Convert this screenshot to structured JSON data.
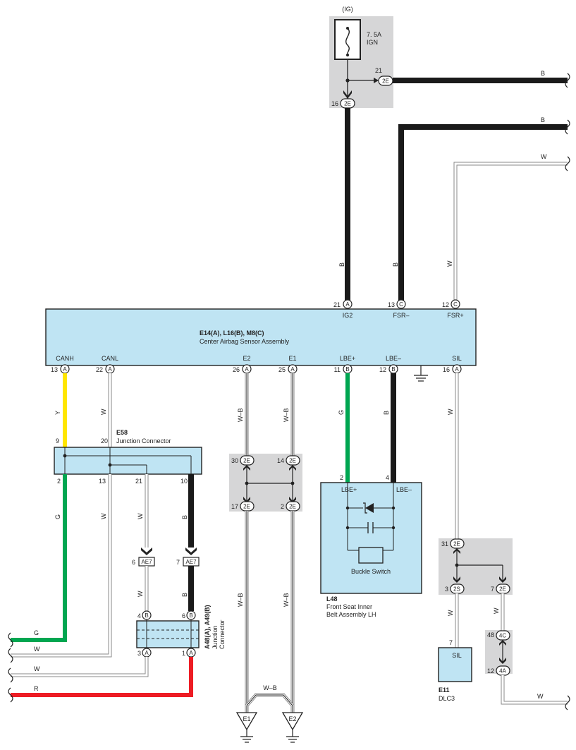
{
  "colors": {
    "component_fill": "#bfe4f3",
    "connector_panel": "#d6d6d7",
    "wire_black": "#1a1a1a",
    "wire_green": "#00a651",
    "wire_yellow": "#ffe600",
    "wire_red": "#ed1c24",
    "wire_white_outline": "#8a8a8a"
  },
  "fuse": {
    "top_label": "(IG)",
    "rating": "7. 5A",
    "name": "IGN",
    "pin_out": "21",
    "pin_in": "16",
    "connector": "2E"
  },
  "wires_top": {
    "w1": "B",
    "w2": "B",
    "w3": "W"
  },
  "center_airbag": {
    "id": "E14(A), L16(B), M8(C)",
    "name": "Center Airbag Sensor Assembly",
    "top_pins": [
      {
        "num": "21",
        "conn": "A",
        "label": "IG2",
        "wire": "B"
      },
      {
        "num": "13",
        "conn": "C",
        "label": "FSR–",
        "wire": "B"
      },
      {
        "num": "12",
        "conn": "C",
        "label": "FSR+",
        "wire": "W"
      }
    ],
    "bottom_pins": [
      {
        "num": "13",
        "conn": "A",
        "label": "CANH",
        "wire": "Y"
      },
      {
        "num": "22",
        "conn": "A",
        "label": "CANL",
        "wire": "W"
      },
      {
        "num": "26",
        "conn": "A",
        "label": "E2",
        "wire": "W–B"
      },
      {
        "num": "25",
        "conn": "A",
        "label": "E1",
        "wire": "W–B"
      },
      {
        "num": "11",
        "conn": "B",
        "label": "LBE+",
        "wire": "G"
      },
      {
        "num": "12",
        "conn": "B",
        "label": "LBE–",
        "wire": "B"
      },
      {
        "num": "16",
        "conn": "A",
        "label": "SIL",
        "wire": "W"
      }
    ]
  },
  "e58": {
    "id": "E58",
    "name": "Junction Connector",
    "pins_top": [
      "9",
      "20"
    ],
    "pins_bottom": [
      "2",
      "13",
      "21",
      "10"
    ],
    "wires_below": {
      "p2": "G",
      "p13": "W",
      "p21": "W",
      "p10": "B"
    }
  },
  "ae7": {
    "pin6": "6",
    "pin7": "7",
    "conn": "AE7",
    "wire6": "W",
    "wire7": "B"
  },
  "a48": {
    "id": "A48(A), A49(B)",
    "name_line1": "Junction",
    "name_line2": "Connector",
    "pin4": "4",
    "pin6": "6",
    "pin3": "3",
    "pin1": "1",
    "conn_b": "B",
    "conn_a": "A"
  },
  "left_wires": {
    "g": "G",
    "w1": "W",
    "w2": "W",
    "r": "R"
  },
  "ground_junction": {
    "pin30": "30",
    "pin14": "14",
    "pin17": "17",
    "pin2": "2",
    "conn": "2E",
    "wire_e2": "W–B",
    "wire_e1": "W–B",
    "wire_mid": "W–B",
    "e1": "E1",
    "e2": "E2"
  },
  "l48": {
    "pin_plus": "2",
    "pin_minus": "4",
    "label_plus": "LBE+",
    "label_minus": "LBE–",
    "switch": "Buckle Switch",
    "id": "L48",
    "name1": "Front Seat Inner",
    "name2": "Belt Assembly LH"
  },
  "sil_junction": {
    "pin31": "31",
    "pin3": "3",
    "pin7": "7",
    "conn2e": "2E",
    "conn2s": "2S",
    "wire_left": "W",
    "wire_right": "W"
  },
  "dlc3": {
    "pin": "7",
    "label": "SIL",
    "id": "E11",
    "name": "DLC3"
  },
  "jc4": {
    "pin48": "48",
    "pin12": "12",
    "conn_top": "4C",
    "conn_bot": "4A",
    "wire_out": "W"
  }
}
